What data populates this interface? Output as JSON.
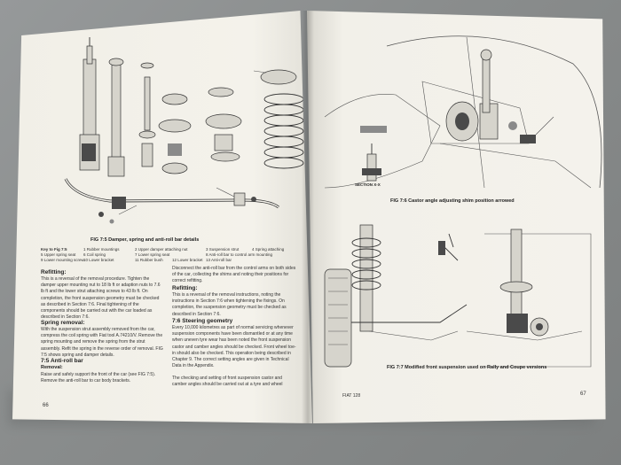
{
  "left_page": {
    "figure_caption": "FIG 7:5 Damper, spring and anti-roll bar details",
    "key_title": "Key to Fig 7:5",
    "key_items": [
      "1 Rubber mountings",
      "2 Upper damper attaching nut",
      "3 Suspension strut",
      "4 Spring attaching",
      "5 Upper spring seat",
      "6 Coil spring",
      "7 Lower spring seat",
      "8 Anti-roll bar to control arm mounting",
      "9 Lower mounting screw",
      "10 Lower bracket",
      "11 Rubber bush",
      "12 Lower bracket",
      "13 Anti-roll bar"
    ],
    "refitting_heading": "Refitting:",
    "refitting_text": "This is a reversal of the removal procedure. Tighten the damper upper mounting nut to 18 lb ft or adaption nuts to 7.6 lb ft and the lower strut attaching screws to 43 lb ft. On completion, the front suspension geometry must be checked as described in Section 7:6. Final tightening of the components should be carried out with the car loaded as described in Section 7:6.",
    "spring_heading": "Spring removal:",
    "spring_text": "With the suspension strut assembly removed from the car, compress the coil spring with Fiat tool A.74210/V. Remove the spring mounting and remove the spring from the strut assembly. Refit the spring in the reverse order of removal. FIG 7:5 shows spring and damper details.",
    "section_heading": "7:5 Anti-roll bar",
    "removal_heading": "Removal:",
    "removal_text": "Raise and safely support the front of the car (see FIG 7:5). Remove the anti-roll bar to car body brackets.",
    "col2_text": "Disconnect the anti-roll bar from the control arms on both sides of the car, collecting the shims and noting their positions for correct refitting.",
    "col2_refitting_heading": "Refitting:",
    "col2_refitting_text": "This is a reversal of the removal instructions, noting the instructions in Section 7:6 when tightening the fixings. On completion, the suspension geometry must be checked as described in Section 7:6.",
    "steering_heading": "7:6 Steering geometry",
    "steering_text": "Every 10,000 kilometres as part of normal servicing whenever suspension components have been dismantled or at any time when uneven tyre wear has been noted the front suspension castor and camber angles should be checked. Front wheel toe-in should also be checked. This operation being described in Chapter 9. The correct setting angles are given in Technical Data in the Appendix.",
    "steering_text2": "The checking and setting of front suspension castor and camber angles should be carried out at a tyre and wheel",
    "page_number": "66"
  },
  "right_page": {
    "section_label": "SECTION X-X",
    "figure6_caption": "FIG 7:6 Castor angle adjusting shim position arrowed",
    "figure7_caption": "FIG 7:7 Modified front suspension used on Rally and Coupe versions",
    "footer": "FIAT 128",
    "page_number": "67"
  },
  "colors": {
    "paper": "#f3f1ea",
    "ink": "#2a2a2a",
    "background": "#8c8f8e"
  }
}
